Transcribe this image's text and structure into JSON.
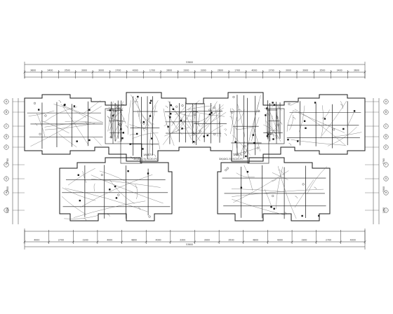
{
  "drawing": {
    "top_total": "53600",
    "top_dims_row1": [
      "3600",
      "3400",
      "3500",
      "3900",
      "3000",
      "2700",
      "4000",
      "1700",
      "2600",
      "3300",
      "3300",
      "2600",
      "1700",
      "4000",
      "2700",
      "3000",
      "3900",
      "3500",
      "3400",
      "3600"
    ],
    "bottom_total": "53600",
    "bottom_dims": [
      "4000",
      "2700",
      "1900",
      "4000",
      "4800",
      "4000",
      "3300",
      "3900",
      "3500",
      "4800",
      "4000",
      "1900",
      "2700",
      "4000"
    ],
    "left_axes": [
      "A",
      "B",
      "C",
      "D",
      "E",
      "F",
      "G",
      "H",
      "J"
    ],
    "right_axes": [
      "A",
      "B",
      "C",
      "D",
      "E",
      "F",
      "G",
      "H",
      "J"
    ],
    "left_label": {
      "line1": "1ALE71",
      "line2": "3X(4X1.5)-SC20-FC"
    },
    "right_label": {
      "line1": "1ALE71",
      "line2": "3X(4X1.5)-SC20-FC"
    },
    "left_side_dims": [
      "3760",
      "2900",
      "1500"
    ],
    "right_side_dims": [
      "3760",
      "2900",
      "1500"
    ]
  },
  "colors": {
    "line": "#1a1a1a",
    "fine": "#555555",
    "background": "#ffffff"
  }
}
